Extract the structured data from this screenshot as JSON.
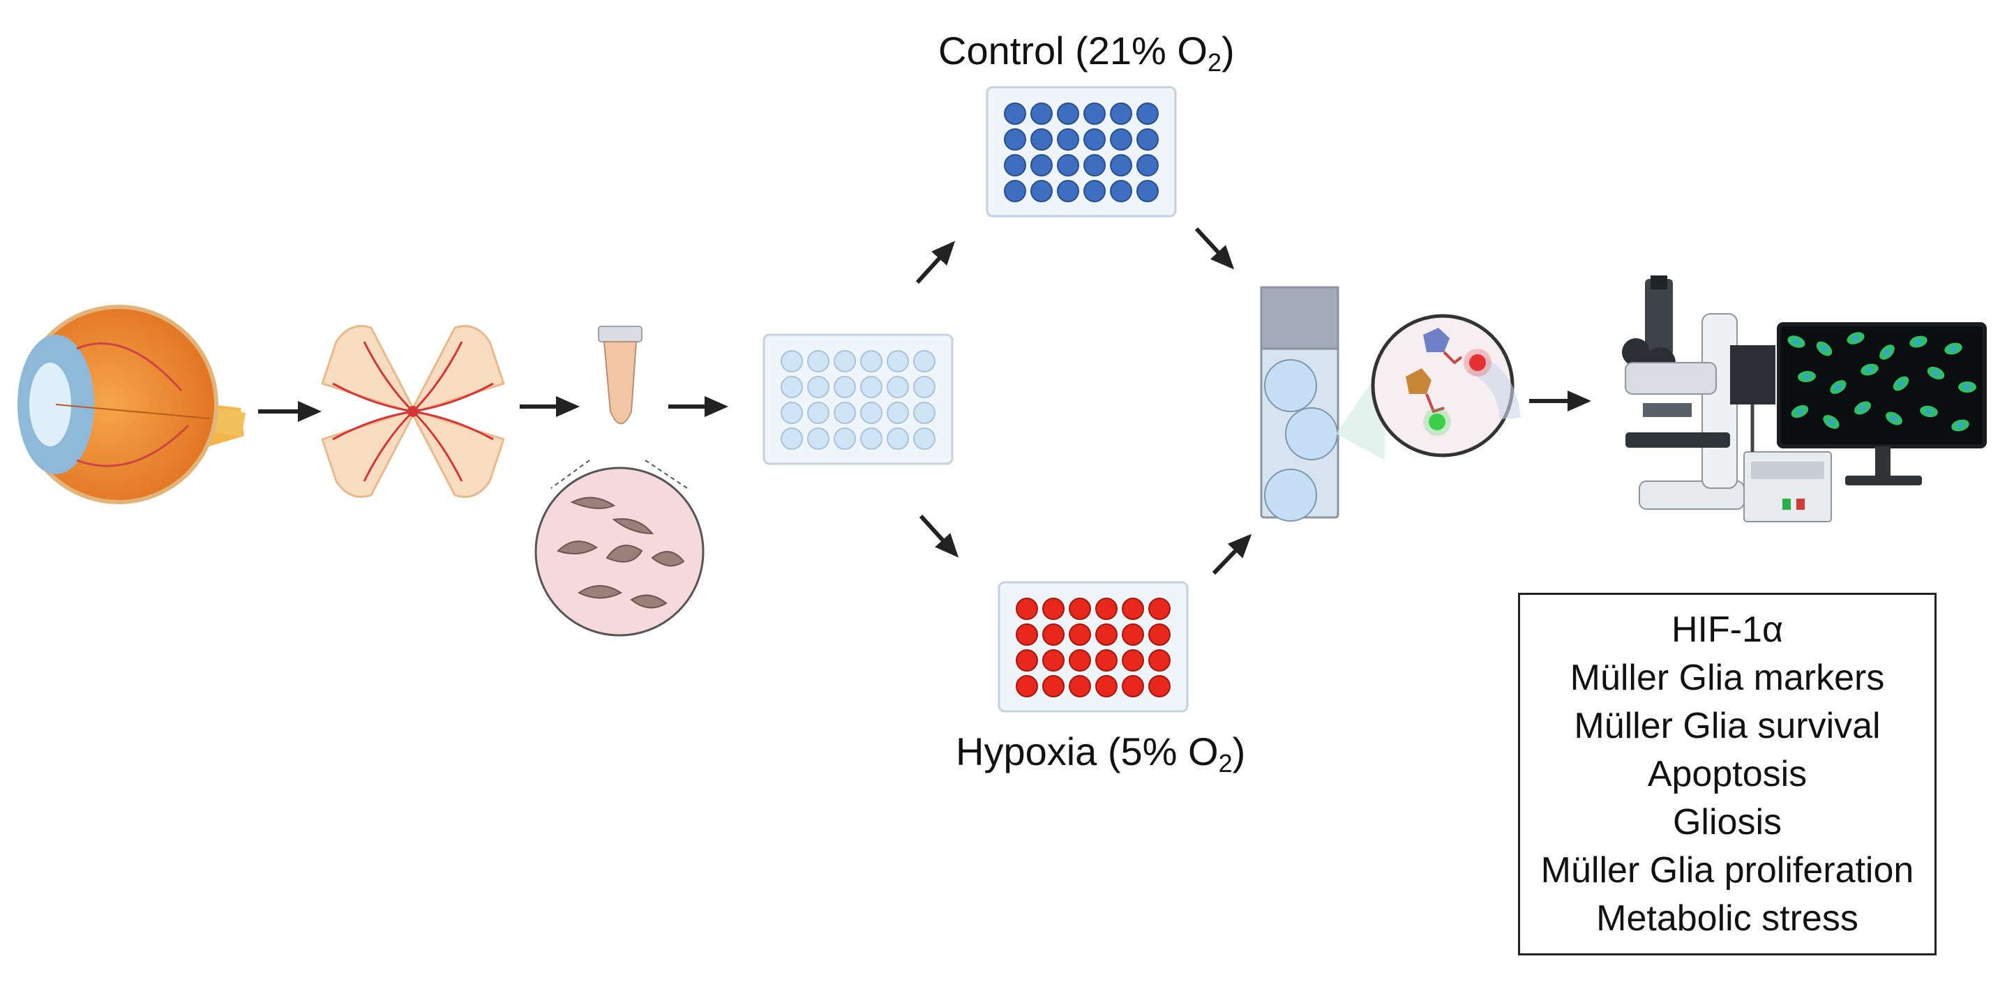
{
  "conditions": {
    "control": {
      "label": "Control (21% O",
      "sub": "2",
      "close": ")",
      "color": "#3d6ebf"
    },
    "hypoxia": {
      "label": "Hypoxia (5% O",
      "sub": "2",
      "close": ")",
      "color": "#e8281c"
    }
  },
  "outcomes": [
    "HIF-1α",
    "Müller Glia markers",
    "Müller Glia survival",
    "Apoptosis",
    "Gliosis",
    "Müller Glia proliferation",
    "Metabolic stress"
  ],
  "icons": [
    "eye-icon",
    "retina-icon",
    "tube-icon",
    "cells-icon",
    "plate-icon",
    "slide-icon",
    "antibody-icon",
    "microscope-icon",
    "monitor-icon"
  ],
  "colors": {
    "plate_neutral": "#cfe4f6",
    "retina": "#f8dcc0",
    "cells_bg": "#f5d9dc"
  }
}
